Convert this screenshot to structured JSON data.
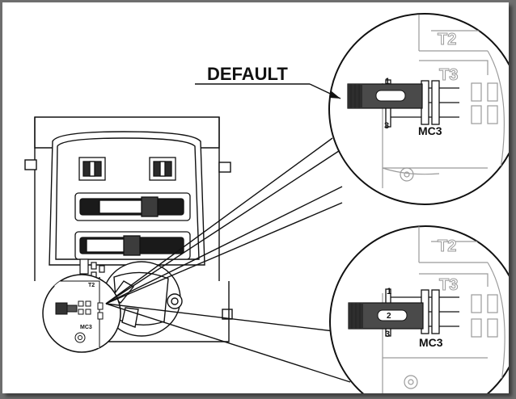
{
  "labels": {
    "default": "DEFAULT",
    "connector_name": "MC3",
    "pin_1": "1",
    "pin_3": "3",
    "pin_2": "2",
    "t2": "T2",
    "t3": "T3",
    "t2_small": "T2",
    "mc3_small": "MC3"
  },
  "colors": {
    "outline": "#111111",
    "jumper": "#4a4a4a",
    "light_outline": "#9a9a9a",
    "background": "#ffffff"
  }
}
